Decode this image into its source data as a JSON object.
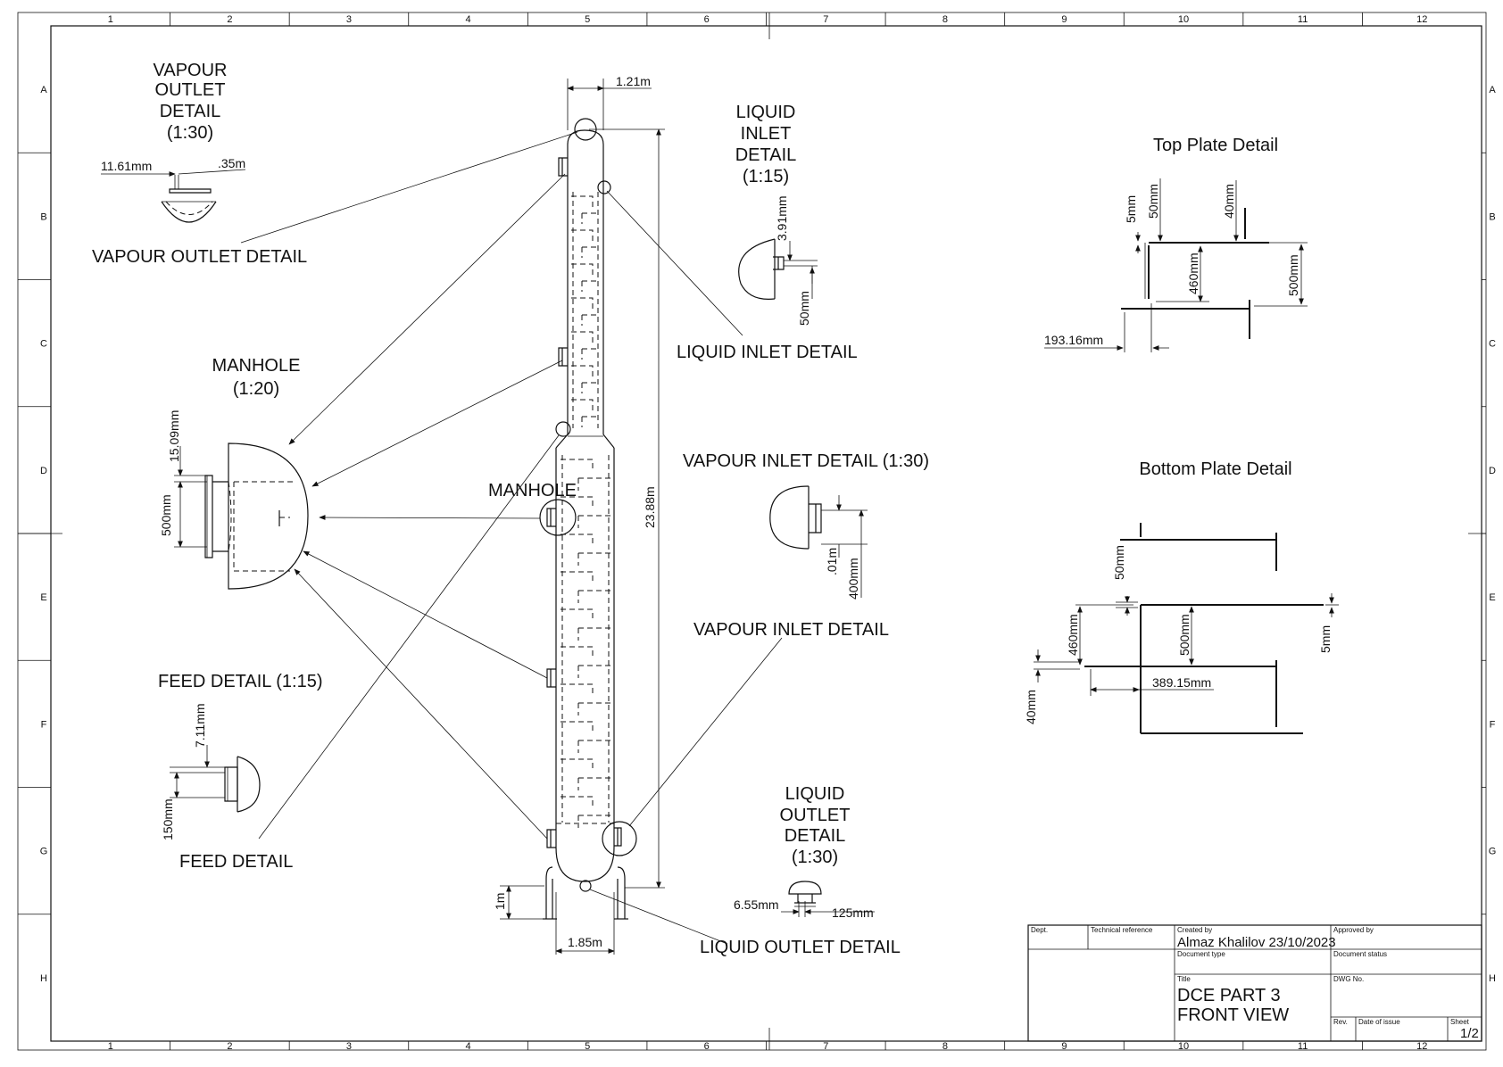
{
  "grid": {
    "cols": [
      "1",
      "2",
      "3",
      "4",
      "5",
      "6",
      "7",
      "8",
      "9",
      "10",
      "11",
      "12"
    ],
    "rows": [
      "A",
      "B",
      "C",
      "D",
      "E",
      "F",
      "G",
      "H"
    ]
  },
  "labels": {
    "vapour_outlet_title": [
      "VAPOUR",
      "OUTLET",
      "DETAIL",
      "(1:30)"
    ],
    "vapour_outlet_callout": "VAPOUR OUTLET DETAIL",
    "liquid_inlet_title": [
      "LIQUID",
      "INLET",
      "DETAIL",
      "(1:15)"
    ],
    "liquid_inlet_callout": "LIQUID INLET DETAIL",
    "manhole_title": [
      "MANHOLE",
      "(1:20)"
    ],
    "manhole_callout": "MANHOLE",
    "vapour_inlet_title": "VAPOUR INLET DETAIL (1:30)",
    "vapour_inlet_callout": "VAPOUR INLET DETAIL",
    "feed_title": "FEED DETAIL (1:15)",
    "feed_callout": "FEED DETAIL",
    "liquid_outlet_title": [
      "LIQUID",
      "OUTLET",
      "DETAIL",
      "(1:30)"
    ],
    "liquid_outlet_callout": "LIQUID OUTLET DETAIL",
    "top_plate_title": "Top Plate Detail",
    "bottom_plate_title": "Bottom Plate Detail"
  },
  "dims": {
    "column_top_width": "1.21m",
    "column_height": "23.88m",
    "column_base_width": "1.85m",
    "skirt_height": "1m",
    "vo_left": "11.61mm",
    "vo_right": ".35m",
    "li_top": "3.91mm",
    "li_bottom": "50mm",
    "mh_top": "15.09mm",
    "mh_height": "500mm",
    "vi_small": ".01m",
    "vi_large": "400mm",
    "feed_top": "7.11mm",
    "feed_bottom": "150mm",
    "lo_left": "6.55mm",
    "lo_right": "125mm",
    "tp_5": "5mm",
    "tp_50": "50mm",
    "tp_40": "40mm",
    "tp_460": "460mm",
    "tp_500": "500mm",
    "tp_19316": "193.16mm",
    "bp_50": "50mm",
    "bp_460": "460mm",
    "bp_500": "500mm",
    "bp_5": "5mm",
    "bp_40": "40mm",
    "bp_38915": "389.15mm"
  },
  "title_block": {
    "dept_label": "Dept.",
    "tech_ref_label": "Technical reference",
    "created_by_label": "Created by",
    "created_by_value": "Almaz Khalilov  23/10/2023",
    "approved_by_label": "Approved by",
    "doc_type_label": "Document type",
    "doc_status_label": "Document status",
    "title_label": "Title",
    "title_line1": "DCE PART 3",
    "title_line2": "FRONT VIEW",
    "dwg_no_label": "DWG No.",
    "rev_label": "Rev.",
    "date_issue_label": "Date of issue",
    "sheet_label": "Sheet",
    "sheet_value": "1/2"
  }
}
